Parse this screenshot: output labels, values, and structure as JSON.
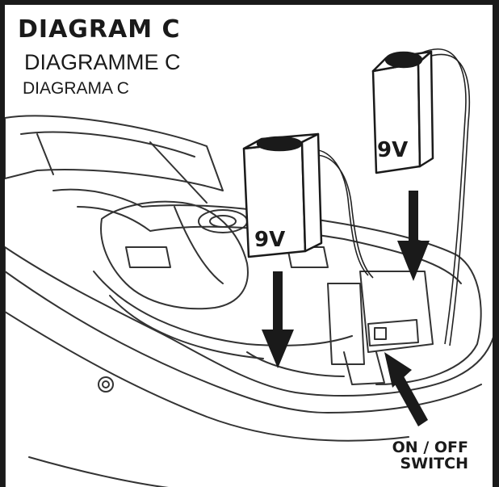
{
  "titles": {
    "main": "DIAGRAM C",
    "french": "DIAGRAMME C",
    "spanish": "DIAGRAMA C"
  },
  "batteries": [
    {
      "label": "9V"
    },
    {
      "label": "9V"
    }
  ],
  "callout": {
    "line1": "ON / OFF",
    "line2": "SWITCH"
  },
  "colors": {
    "ink": "#1a1a1a",
    "outline": "#333333",
    "background": "#ffffff"
  }
}
